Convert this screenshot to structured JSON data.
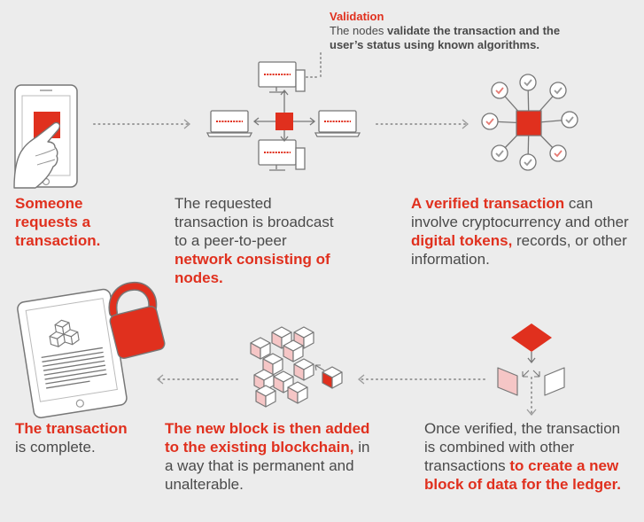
{
  "colors": {
    "accent": "#e0301e",
    "light_red": "#f5c6c6",
    "text": "#4a4a4a",
    "line": "#9a9a9a",
    "background": "#ececec"
  },
  "validation": {
    "title": "Validation",
    "intro": "The nodes ",
    "bold": "validate the transaction and the user’s status using known algorithms."
  },
  "steps": {
    "request": {
      "bold": "Someone requests a transaction."
    },
    "broadcast": {
      "text": "The requested transaction is broadcast to a peer-to-peer ",
      "bold": "network consisting of nodes."
    },
    "verified": {
      "bold1": "A verified transaction",
      "text1": " can involve cryptocurrency and other ",
      "bold2": "digital tokens,",
      "text2": " records, or other information."
    },
    "combined": {
      "text": "Once verified, the transaction is combined with other transactions ",
      "bold": "to create a new block of data for the ledger."
    },
    "added": {
      "bold": "The new block is then added to the existing blockchain,",
      "text": " in a way that is permanent and unalterable."
    },
    "complete": {
      "bold": "The transaction",
      "text": " is complete."
    }
  },
  "icons": [
    "phone-hand-icon",
    "network-icon",
    "verified-network-icon",
    "block-creation-icon",
    "blockchain-icon",
    "tablet-lock-icon"
  ]
}
